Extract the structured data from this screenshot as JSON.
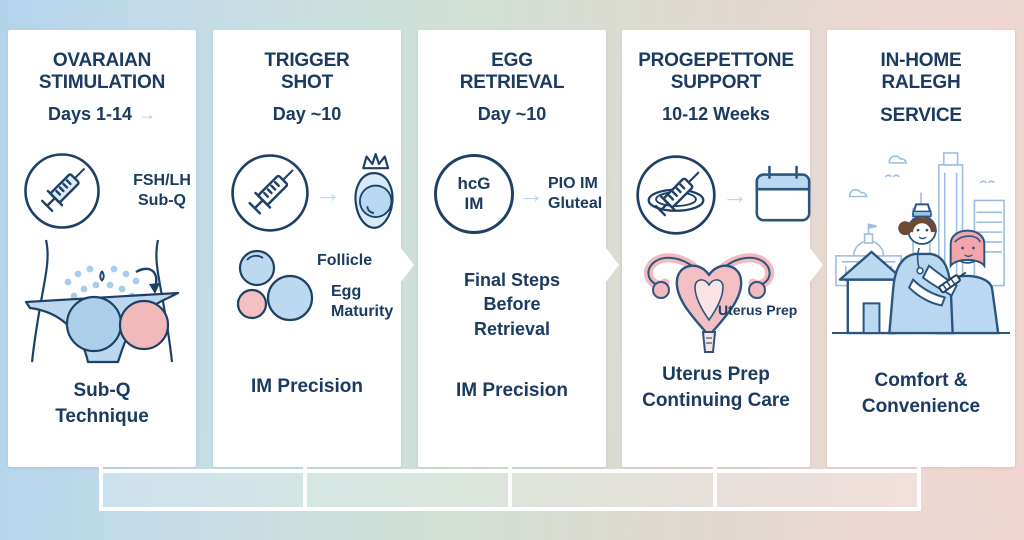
{
  "glyphs": {
    "arrow_right": "→"
  },
  "colors": {
    "navy_text": "#1b3b61",
    "outline_navy": "#1e4066",
    "light_blue_fill": "#bdd9f1",
    "pink_fill": "#f2b9ba",
    "arrow_blue": "#b9d9f2",
    "bg_left": "#b4d4ec",
    "bg_mid": "#d3e0d5",
    "bg_right": "#f0d5d1"
  },
  "panels": [
    {
      "title": "OVARAIAN\nSTIMULATION",
      "subtitle": "Days 1-14",
      "icon_label": "FSH/LH\nSub-Q",
      "caption": "Sub-Q\nTechnique"
    },
    {
      "title": "TRIGGER\nSHOT",
      "subtitle": "Day ~10",
      "follicle_label": "Follicle",
      "egg_label": "Egg\nMaturity",
      "caption": "IM Precision"
    },
    {
      "title": "EGG\nRETRIEVAL",
      "subtitle": "Day ~10",
      "circle_text": "hcG\nIM",
      "icon_label": "PIO IM\nGluteal",
      "body": "Final Steps\nBefore\nRetrieval",
      "caption": "IM Precision"
    },
    {
      "title": "PROGEPETTONE\nSUPPORT",
      "subtitle": "10-12 Weeks",
      "uterus_label": "Uterus Prep",
      "caption": "Uterus Prep\nContinuing Care"
    },
    {
      "title": "IN-HOME\nRALEGH",
      "title2": "SERVICE",
      "caption": "Comfort &\nConvenience"
    }
  ]
}
